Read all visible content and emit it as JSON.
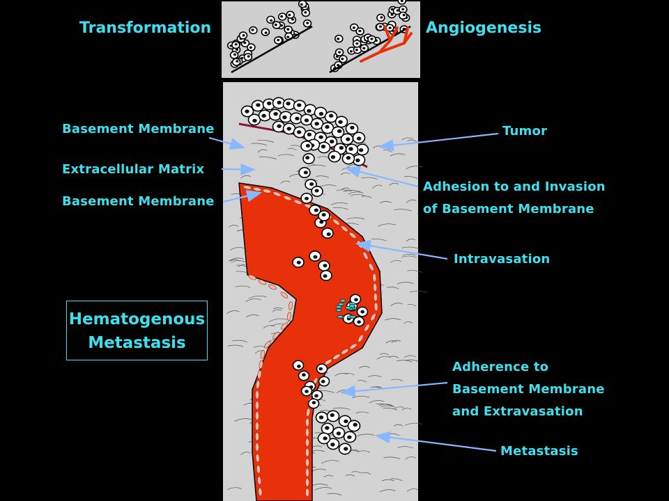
{
  "labels": {
    "transformation": "Transformation",
    "angiogenesis": "Angiogenesis",
    "basement_membrane_top": "Basement Membrane",
    "extracellular_matrix": "Extracellular Matrix",
    "basement_membrane_vessel": "Basement Membrane",
    "tumor": "Tumor",
    "adhesion_line1": "Adhesion to and Invasion",
    "adhesion_line2": "of Basement Membrane",
    "intravasation": "Intravasation",
    "adherence_line1": "Adherence to",
    "adherence_line2": "Basement Membrane",
    "adherence_line3": "and Extravasation",
    "metastasis": "Metastasis",
    "box_line1": "Hematogenous",
    "box_line2": "Metastasis"
  },
  "colors": {
    "label_text": "#3fe0ee",
    "arrow": "#8ab8ff",
    "vessel": "#e8300a",
    "endothelium": "#f7b9a5",
    "panel": "#d3d3d3",
    "basement_membrane_line": "#8b1030"
  }
}
